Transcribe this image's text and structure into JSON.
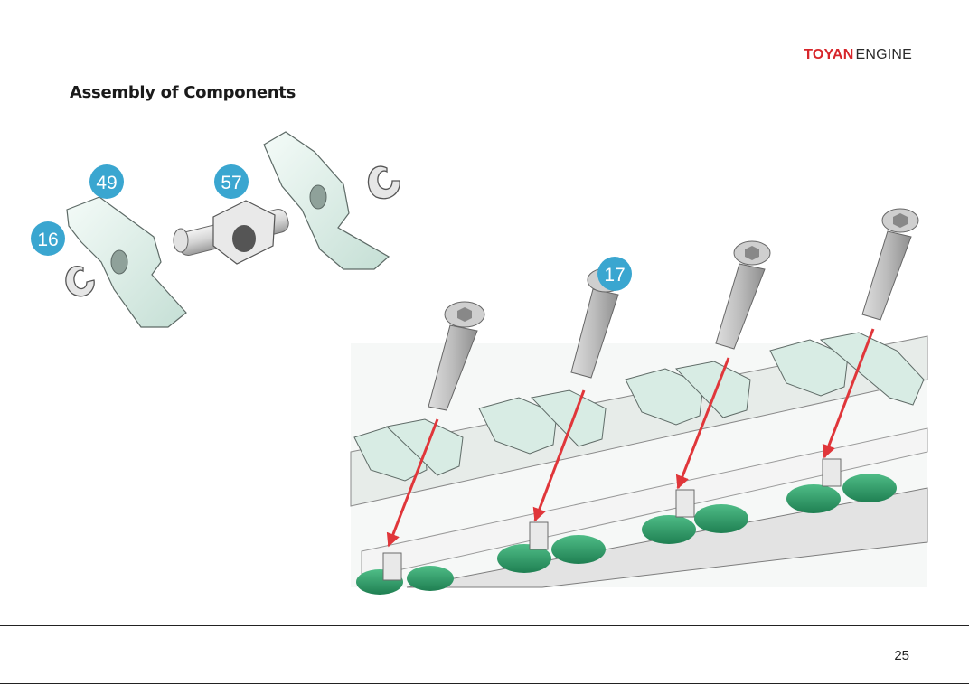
{
  "header": {
    "brand_strong": "TOYAN",
    "brand_light": "ENGINE"
  },
  "page_title": "Assembly of Components",
  "callouts": [
    {
      "id": "c49",
      "label": "49"
    },
    {
      "id": "c57",
      "label": "57"
    },
    {
      "id": "c16",
      "label": "16"
    },
    {
      "id": "c17",
      "label": "17"
    }
  ],
  "footer": {
    "page_number": "25"
  },
  "colors": {
    "callout": "#3aa6d0",
    "brand_red": "#d7262b",
    "arrow_red": "#e0363a",
    "part_green": "#2e9e6a",
    "part_mint": "#cfe9df"
  }
}
